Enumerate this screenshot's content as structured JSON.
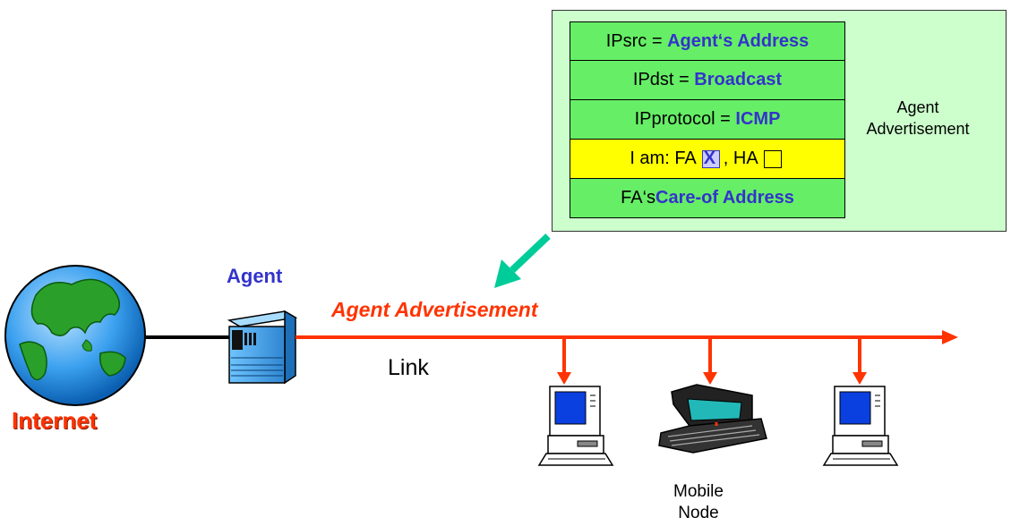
{
  "labels": {
    "agent": "Agent",
    "agent_advertisement": "Agent Advertisement",
    "link": "Link",
    "internet": "Internet",
    "mobile_node": "Mobile Node",
    "side_label": "Agent Advertisement"
  },
  "packet": {
    "rows": [
      {
        "prefix": "IPsrc = ",
        "value": "Agent‘s Address"
      },
      {
        "prefix": "IPdst = ",
        "value": "Broadcast"
      },
      {
        "prefix": "IPprotocol = ",
        "value": "ICMP"
      },
      {
        "prefix": "I am:  FA",
        "mid": " , HA",
        "fa_checked": true,
        "ha_checked": false
      },
      {
        "prefix": "FA‘s ",
        "value": "Care-of Address"
      }
    ]
  },
  "colors": {
    "link": "#ff3300",
    "accent": "#3333cc",
    "arrow": "#00cc99",
    "panel": "#ccffcc"
  }
}
